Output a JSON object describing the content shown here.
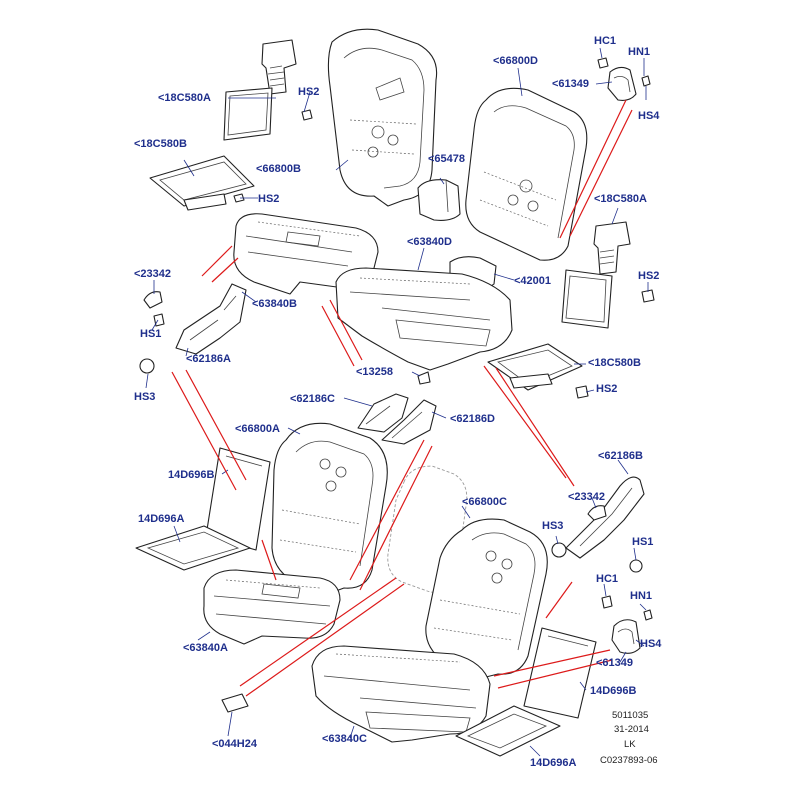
{
  "labels": {
    "p18C580A_top": "<18C580A",
    "hs2_top": "HS2",
    "p18C580B_left": "<18C580B",
    "hs2_left": "HS2",
    "p66800B": "<66800B",
    "p65478": "<65478",
    "p66800D": "<66800D",
    "hc1_top": "HC1",
    "hn1_top": "HN1",
    "p61349_top": "<61349",
    "hs4_top": "HS4",
    "p18C580A_right": "<18C580A",
    "hs2_right_upper": "HS2",
    "p23342_left": "<23342",
    "p63840B": "<63840B",
    "p63840D": "<63840D",
    "p42001": "<42001",
    "hs1_left": "HS1",
    "p62186A": "<62186A",
    "hs3_left": "HS3",
    "p18C580B_right": "<18C580B",
    "hs2_right_lower": "HS2",
    "p13258": "<13258",
    "p62186C": "<62186C",
    "p62186D": "<62186D",
    "p66800A": "<66800A",
    "p14D696B_left": "14D696B",
    "p14D696A_left": "14D696A",
    "p62186B": "<62186B",
    "p23342_right": "<23342",
    "p66800C": "<66800C",
    "hs3_right": "HS3",
    "hs1_right": "HS1",
    "hc1_bottom": "HC1",
    "hn1_bottom": "HN1",
    "hs4_bottom": "HS4",
    "p61349_bottom": "<61349",
    "p14D696B_right": "14D696B",
    "p63840A": "<63840A",
    "p044H24": "<044H24",
    "p63840C": "<63840C",
    "p14D696A_right": "14D696A"
  },
  "reference": {
    "line1": "5011035",
    "line2": "31-2014",
    "line3": "LK",
    "line4": "C0237893-06"
  },
  "colors": {
    "label": "#1f2f8c",
    "callout_line": "#dd1a1a",
    "outline": "#222222",
    "background": "#ffffff"
  }
}
